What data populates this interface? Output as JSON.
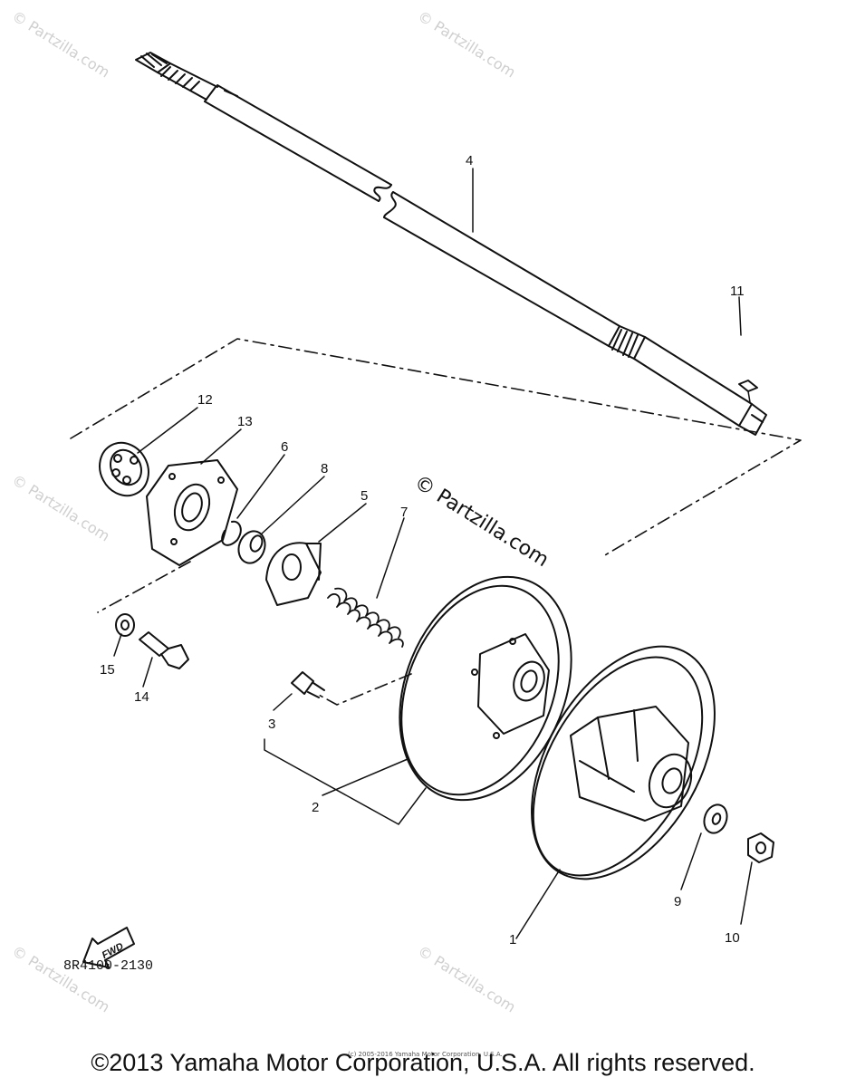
{
  "watermark": {
    "text": "© Partzilla.com"
  },
  "center_watermark": "© Partzilla.com",
  "part_labels": {
    "p1": "1",
    "p2": "2",
    "p3": "3",
    "p4": "4",
    "p5": "5",
    "p6": "6",
    "p7": "7",
    "p8": "8",
    "p9": "9",
    "p10": "10",
    "p11": "11",
    "p12": "12",
    "p13": "13",
    "p14": "14",
    "p15": "15"
  },
  "fwd_label": "FWD",
  "diagram_code": "8R4100-2130",
  "small_copyright": "(c) 2005-2016 Yamaha Motor Corporation, U.S.A.",
  "copyright": "©2013 Yamaha Motor Corporation, U.S.A. All rights reserved.",
  "colors": {
    "ink": "#111111",
    "watermark": "#cfcfcf"
  }
}
